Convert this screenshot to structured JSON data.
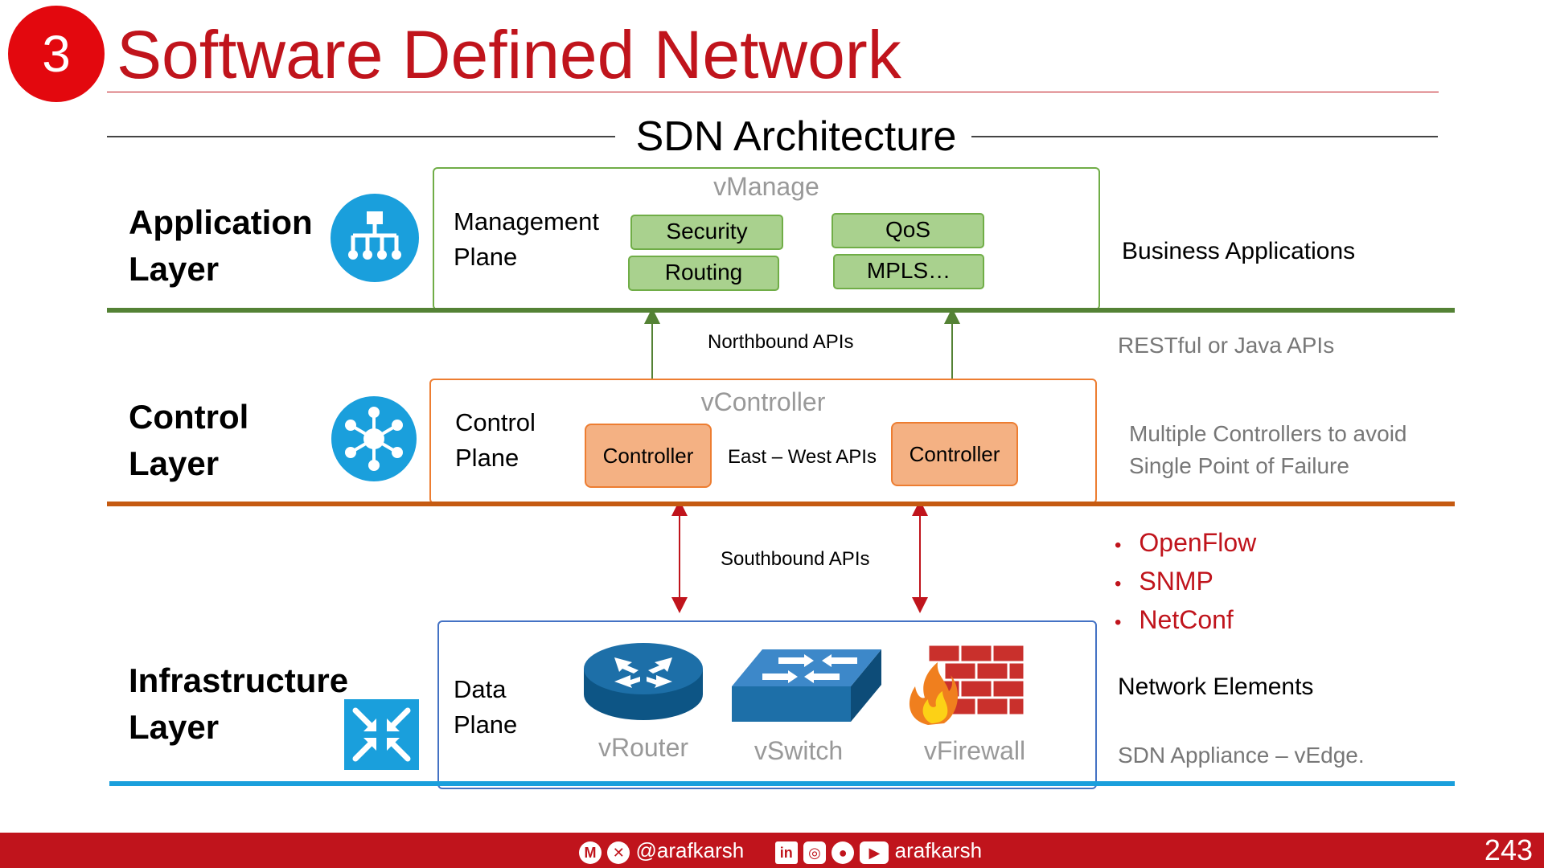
{
  "header": {
    "badge": "3",
    "title": "Software Defined Network",
    "subtitle": "SDN Architecture"
  },
  "layers": {
    "application": {
      "label_line1": "Application",
      "label_line2": "Layer"
    },
    "control": {
      "label_line1": "Control",
      "label_line2": "Layer"
    },
    "infrastructure": {
      "label_line1": "Infrastructure",
      "label_line2": "Layer"
    }
  },
  "vmanage": {
    "title": "vManage",
    "plane_line1": "Management",
    "plane_line2": "Plane",
    "buttons": [
      "Security",
      "QoS",
      "Routing",
      "MPLS…"
    ]
  },
  "vcontroller": {
    "title": "vController",
    "plane_line1": "Control",
    "plane_line2": "Plane",
    "controller_left": "Controller",
    "controller_right": "Controller",
    "east_west": "East – West APIs"
  },
  "data_plane": {
    "plane_line1": "Data",
    "plane_line2": "Plane",
    "devices": [
      "vRouter",
      "vSwitch",
      "vFirewall"
    ]
  },
  "apis": {
    "northbound": "Northbound APIs",
    "southbound": "Southbound APIs"
  },
  "right_notes": {
    "business": "Business Applications",
    "restful": "RESTful or Java APIs",
    "multi_line1": "Multiple Controllers to avoid",
    "multi_line2": "Single Point of Failure",
    "protocols": [
      "OpenFlow",
      "SNMP",
      "NetConf"
    ],
    "network_elements": "Network Elements",
    "appliance": "SDN Appliance – vEdge."
  },
  "footer": {
    "handle1": "@arafkarsh",
    "handle2": "arafkarsh",
    "page": "243"
  },
  "colors": {
    "accent_red": "#c0141c",
    "green": "#548235",
    "orange": "#c55a11",
    "blue": "#1a9fdc"
  }
}
